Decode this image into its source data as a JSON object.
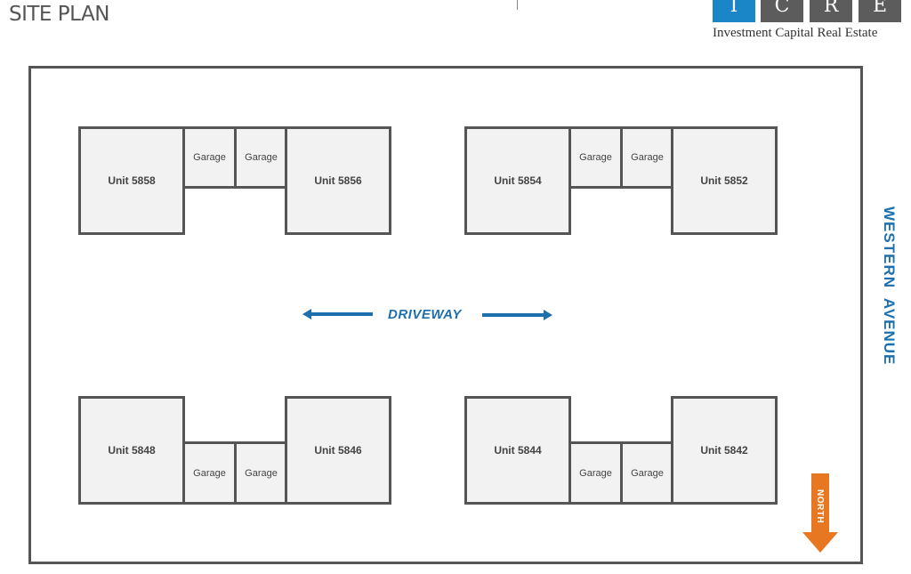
{
  "title": "SITE PLAN",
  "logo": {
    "letters": [
      "I",
      "C",
      "R",
      "E"
    ],
    "tagline": "Investment Capital Real Estate",
    "accent_color": "#1a85c7",
    "tile_color": "#5c5c5c"
  },
  "units": {
    "u5858": "Unit 5858",
    "u5856": "Unit 5856",
    "u5854": "Unit 5854",
    "u5852": "Unit 5852",
    "u5848": "Unit 5848",
    "u5846": "Unit 5846",
    "u5844": "Unit 5844",
    "u5842": "Unit 5842"
  },
  "garage_label": "Garage",
  "driveway": {
    "label": "DRIVEWAY",
    "color": "#1d6fae"
  },
  "street": {
    "label": "WESTERN  AVENUE",
    "color": "#1d6fae"
  },
  "north": {
    "label": "NORTH",
    "color": "#e87722"
  }
}
